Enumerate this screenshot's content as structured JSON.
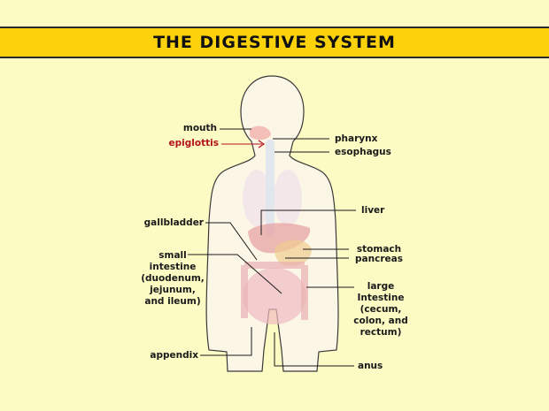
{
  "title": "THE DIGESTIVE SYSTEM",
  "colors": {
    "background": "#fdfbc4",
    "banner": "#fcd20a",
    "highlight_label": "#b5121b",
    "body": "#fbf6e6",
    "body_outline": "#3a3a3a",
    "organs": "#f1c6c0"
  },
  "labels": {
    "mouth": "mouth",
    "epiglottis": "epiglottis",
    "pharynx": "pharynx",
    "esophagus": "esophagus",
    "liver": "liver",
    "gallbladder": "gallbladder",
    "stomach": "stomach",
    "pancreas": "pancreas",
    "small_intestine": "small\nintestine\n(duodenum,\njejunum,\nand ileum)",
    "large_intestine": "large\nIntestine\n(cecum,\ncolon, and\nrectum)",
    "appendix": "appendix",
    "anus": "anus"
  }
}
